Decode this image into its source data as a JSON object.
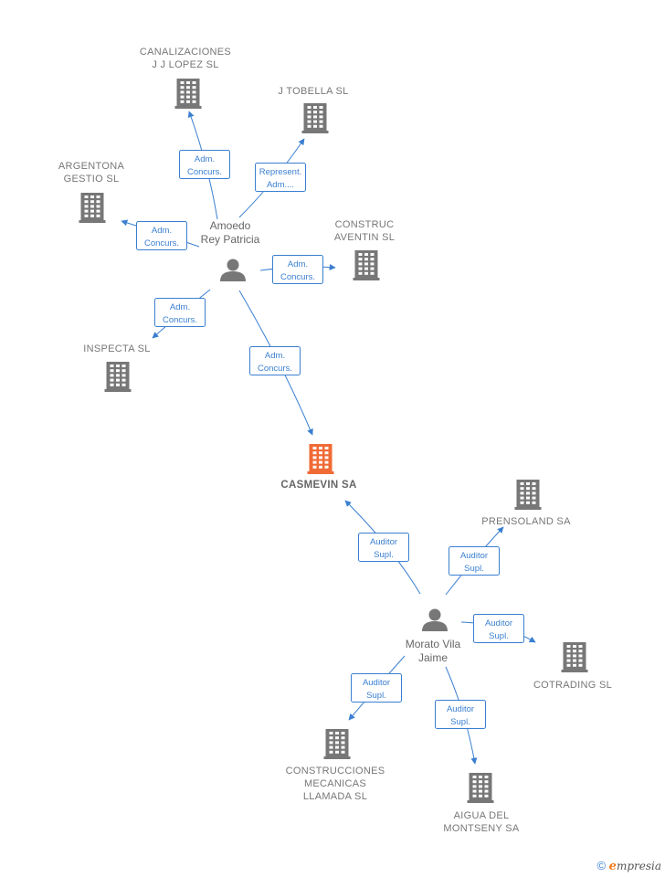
{
  "colors": {
    "edge": "#3a7fd0",
    "company": "#777777",
    "focus_company": "#f06a35",
    "person": "#777777"
  },
  "companies": [
    {
      "id": "canalizaciones",
      "lines": [
        "CANALIZACIONES",
        "J J LOPEZ SL"
      ],
      "icon": "building-icon",
      "focus": false
    },
    {
      "id": "jtobella",
      "lines": [
        "J TOBELLA  SL"
      ],
      "icon": "building-icon",
      "focus": false
    },
    {
      "id": "argentona",
      "lines": [
        "ARGENTONA",
        "GESTIO SL"
      ],
      "icon": "building-icon",
      "focus": false
    },
    {
      "id": "construc-aventin",
      "lines": [
        "CONSTRUC",
        "AVENTIN SL"
      ],
      "icon": "building-icon",
      "focus": false
    },
    {
      "id": "inspecta",
      "lines": [
        "INSPECTA SL"
      ],
      "icon": "building-icon",
      "focus": false
    },
    {
      "id": "casmevin",
      "lines": [
        "CASMEVIN SA"
      ],
      "icon": "building-icon",
      "focus": true
    },
    {
      "id": "prensoland",
      "lines": [
        "PRENSOLAND SA"
      ],
      "icon": "building-icon",
      "focus": false
    },
    {
      "id": "cotrading",
      "lines": [
        "COTRADING SL"
      ],
      "icon": "building-icon",
      "focus": false
    },
    {
      "id": "construcciones-mecanicas",
      "lines": [
        "CONSTRUCCIONES",
        "MECANICAS",
        "LLAMADA SL"
      ],
      "icon": "building-icon",
      "focus": false
    },
    {
      "id": "aigua-montseny",
      "lines": [
        "AIGUA DEL",
        "MONTSENY SA"
      ],
      "icon": "building-icon",
      "focus": false
    }
  ],
  "persons": [
    {
      "id": "amoedo",
      "lines": [
        "Amoedo",
        "Rey Patricia"
      ],
      "icon": "person-icon"
    },
    {
      "id": "morato",
      "lines": [
        "Morato Vila",
        "Jaime"
      ],
      "icon": "person-icon"
    }
  ],
  "relations": [
    {
      "id": "amoedo-canalizaciones",
      "from": "amoedo",
      "to": "canalizaciones",
      "role": [
        "Adm.",
        "Concurs."
      ]
    },
    {
      "id": "amoedo-jtobella",
      "from": "amoedo",
      "to": "jtobella",
      "role": [
        "Represent.",
        "Adm...."
      ]
    },
    {
      "id": "amoedo-argentona",
      "from": "amoedo",
      "to": "argentona",
      "role": [
        "Adm.",
        "Concurs."
      ]
    },
    {
      "id": "amoedo-construc",
      "from": "amoedo",
      "to": "construc-aventin",
      "role": [
        "Adm.",
        "Concurs."
      ]
    },
    {
      "id": "amoedo-inspecta",
      "from": "amoedo",
      "to": "inspecta",
      "role": [
        "Adm.",
        "Concurs."
      ]
    },
    {
      "id": "amoedo-casmevin",
      "from": "amoedo",
      "to": "casmevin",
      "role": [
        "Adm.",
        "Concurs."
      ]
    },
    {
      "id": "morato-casmevin",
      "from": "morato",
      "to": "casmevin",
      "role": [
        "Auditor",
        "Supl."
      ]
    },
    {
      "id": "morato-prensoland",
      "from": "morato",
      "to": "prensoland",
      "role": [
        "Auditor",
        "Supl."
      ]
    },
    {
      "id": "morato-cotrading",
      "from": "morato",
      "to": "cotrading",
      "role": [
        "Auditor",
        "Supl."
      ]
    },
    {
      "id": "morato-construcciones",
      "from": "morato",
      "to": "construcciones-mecanicas",
      "role": [
        "Auditor",
        "Supl."
      ]
    },
    {
      "id": "morato-aigua",
      "from": "morato",
      "to": "aigua-montseny",
      "role": [
        "Auditor",
        "Supl."
      ]
    }
  ],
  "footer": {
    "copyright_symbol": "©",
    "brand_initial": "e",
    "brand_rest": "mpresia"
  }
}
